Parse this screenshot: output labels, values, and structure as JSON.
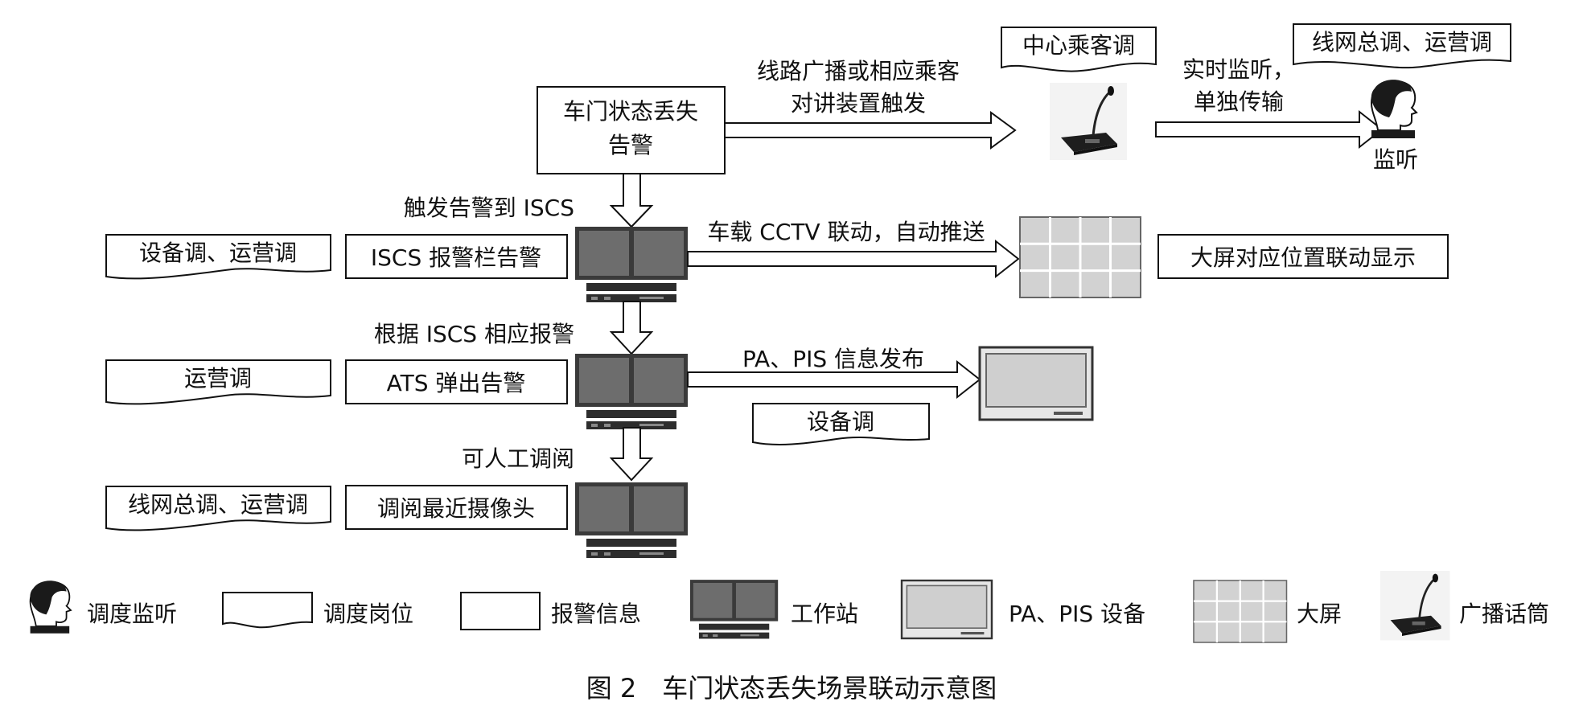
{
  "diagram": {
    "alarm_boxes": {
      "door_status_lost": [
        "车门状态丢失",
        "告警"
      ],
      "iscs_alarm": "ISCS 报警栏告警",
      "ats_popup": "ATS 弹出告警",
      "recent_camera": "调阅最近摄像头"
    },
    "posts": {
      "center_passenger": "中心乘客调",
      "network_ops_top": "线网总调、运营调",
      "equip_ops": "设备调、运营调",
      "ops": "运营调",
      "equip": "设备调",
      "network_ops_bottom": "线网总调、运营调"
    },
    "arrow_labels": {
      "broadcast_trigger": [
        "线路广播或相应乘客",
        "对讲装置触发"
      ],
      "realtime_monitor": [
        "实时监听，",
        "单独传输"
      ],
      "trigger_iscs": "触发告警到 ISCS",
      "cctv_push": "车载 CCTV 联动，自动推送",
      "per_iscs": "根据 ISCS 相应报警",
      "pa_pis": "PA、PIS 信息发布",
      "manual_review": "可人工调阅"
    },
    "listen_label": "监听",
    "big_screen_label": "大屏对应位置联动显示"
  },
  "legend": [
    {
      "icon": "dispatcher-head-icon",
      "label": "调度监听"
    },
    {
      "icon": "post-wave-icon",
      "label": "调度岗位"
    },
    {
      "icon": "alarm-rect-icon",
      "label": "报警信息"
    },
    {
      "icon": "workstation-icon",
      "label": "工作站"
    },
    {
      "icon": "pa-pis-device-icon",
      "label": "PA、PIS 设备"
    },
    {
      "icon": "big-screen-icon",
      "label": "大屏"
    },
    {
      "icon": "broadcast-mic-icon",
      "label": "广播话筒"
    }
  ],
  "caption": "图 2　车门状态丢失场景联动示意图"
}
